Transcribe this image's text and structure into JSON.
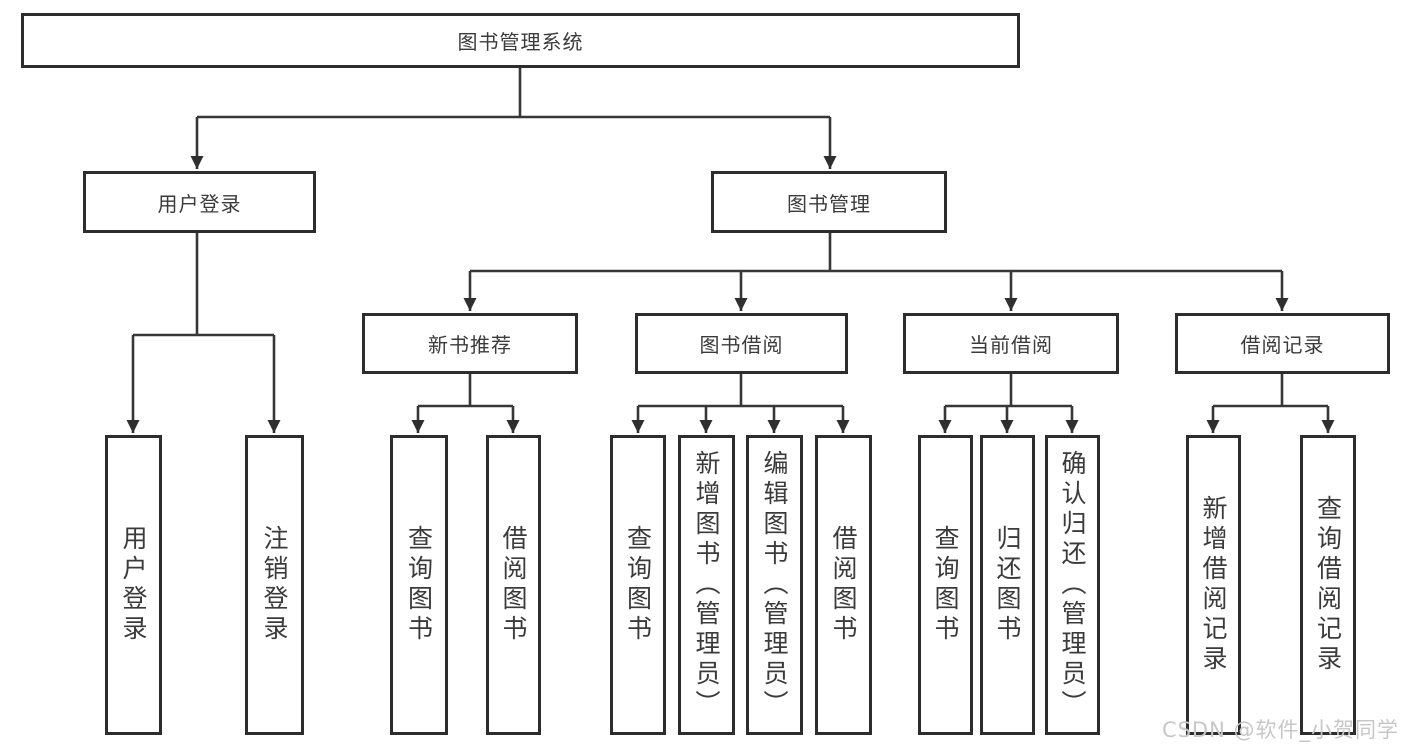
{
  "diagram": {
    "title_node": {
      "label": "图书管理系统"
    },
    "level2": {
      "user_login": {
        "label": "用户登录"
      },
      "book_mgmt": {
        "label": "图书管理"
      }
    },
    "level3": {
      "new_book_rec": {
        "label": "新书推荐",
        "parent": "图书管理"
      },
      "book_borrow": {
        "label": "图书借阅",
        "parent": "图书管理"
      },
      "current_borrow": {
        "label": "当前借阅",
        "parent": "图书管理"
      },
      "borrow_record": {
        "label": "借阅记录",
        "parent": "图书管理"
      }
    },
    "leaves": {
      "login": {
        "label": "用户登录",
        "parent": "用户登录"
      },
      "logout": {
        "label": "注销登录",
        "parent": "用户登录"
      },
      "query_books_rec": {
        "label": "查询图书",
        "parent": "新书推荐"
      },
      "borrow_books_rec": {
        "label": "借阅图书",
        "parent": "新书推荐"
      },
      "query_books_bb": {
        "label": "查询图书",
        "parent": "图书借阅"
      },
      "add_books": {
        "label": "新增图书（管理员）",
        "parent": "图书借阅"
      },
      "edit_books": {
        "label": "编辑图书（管理员）",
        "parent": "图书借阅"
      },
      "borrow_books_bb": {
        "label": "借阅图书",
        "parent": "图书借阅"
      },
      "query_books_cur": {
        "label": "查询图书",
        "parent": "当前借阅"
      },
      "return_books": {
        "label": "归还图书",
        "parent": "当前借阅"
      },
      "confirm_return": {
        "label": "确认归还（管理员）",
        "parent": "当前借阅"
      },
      "add_borrow_record": {
        "label": "新增借阅记录",
        "parent": "借阅记录"
      },
      "query_borrow_record": {
        "label": "查询借阅记录",
        "parent": "借阅记录"
      }
    }
  },
  "watermark": {
    "text": "CSDN @软件_小贺同学"
  },
  "colors": {
    "box_border": "#2d2d2d",
    "box_fill": "#ffffff",
    "line": "#373737",
    "text": "#3b3b3b",
    "watermark": "#c7c7c7",
    "background": "#ffffff"
  }
}
